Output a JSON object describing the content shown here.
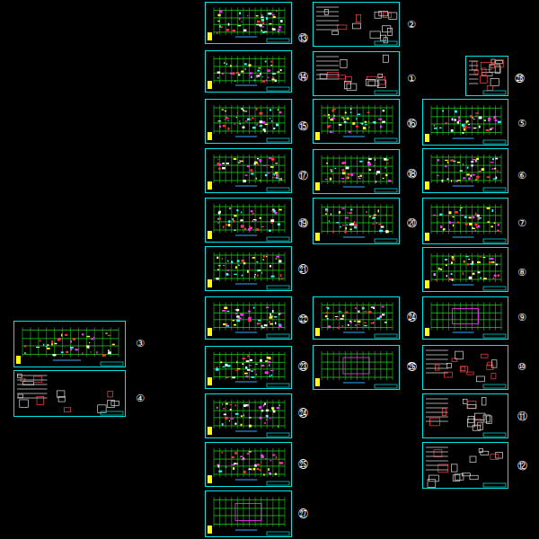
{
  "diagram": {
    "nodes": [
      {
        "text": [
          "③"
        ]
      },
      {
        "text": [
          "④"
        ]
      },
      {
        "text": [
          "⑬"
        ]
      },
      {
        "text": [
          "⑭"
        ]
      },
      {
        "text": [
          "⑮"
        ]
      },
      {
        "text": [
          "⑰"
        ]
      },
      {
        "text": [
          "⑲"
        ]
      },
      {
        "text": [
          "㉑"
        ]
      },
      {
        "text": [
          "㉒"
        ]
      },
      {
        "text": [
          "㉓"
        ]
      },
      {
        "text": [
          "㉔"
        ]
      },
      {
        "text": [
          "㉕"
        ]
      },
      {
        "text": [
          "㉗"
        ]
      },
      {
        "text": [
          "②"
        ]
      },
      {
        "text": [
          "①"
        ]
      },
      {
        "text": [
          "⑯"
        ]
      },
      {
        "text": [
          "⑱"
        ]
      },
      {
        "text": [
          "⑳"
        ]
      },
      {
        "text": [
          "㉔"
        ]
      },
      {
        "text": [
          "㉖"
        ]
      },
      {
        "text": [
          "㉘"
        ]
      },
      {
        "text": [
          "⑤"
        ]
      },
      {
        "text": [
          "⑥"
        ]
      },
      {
        "text": [
          "⑦"
        ]
      },
      {
        "text": [
          "⑧"
        ]
      },
      {
        "text": [
          "⑨"
        ]
      },
      {
        "text": [
          "⑩"
        ]
      },
      {
        "text": [
          "⑪"
        ]
      },
      {
        "text": [
          "⑫"
        ]
      }
    ]
  }
}
